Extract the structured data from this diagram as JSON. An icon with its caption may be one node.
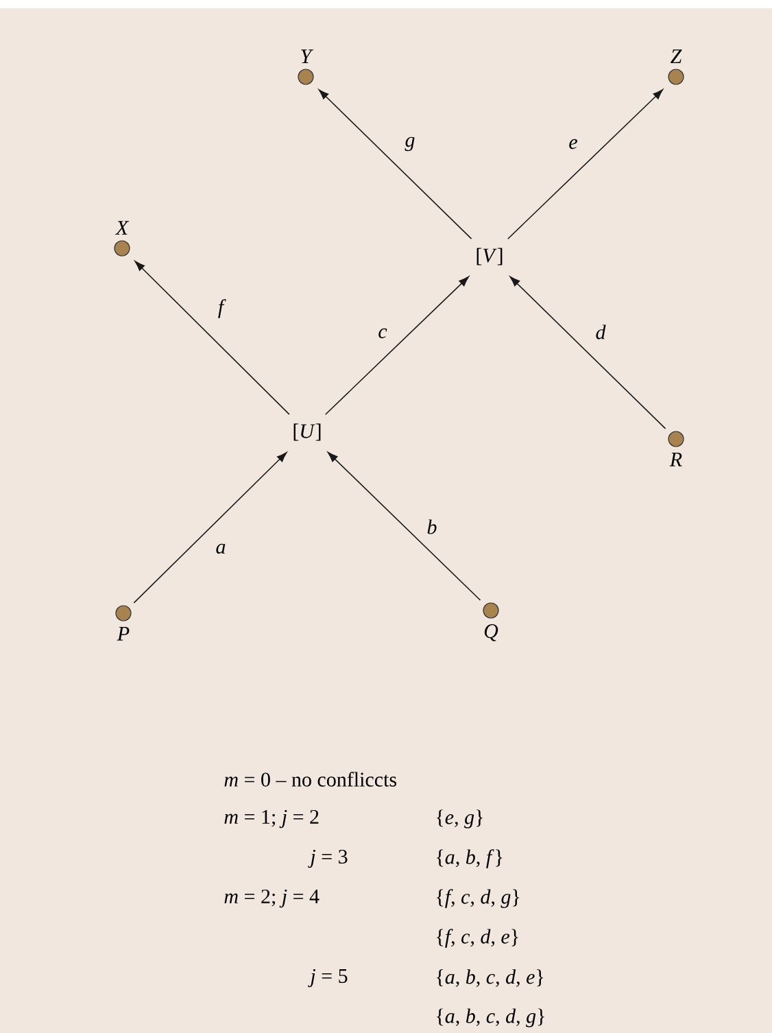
{
  "diagram": {
    "nodes": [
      {
        "text": [],
        "shape": "circle",
        "beside": [
          "Y"
        ]
      },
      {
        "text": [],
        "shape": "circle",
        "beside": [
          "Z"
        ]
      },
      {
        "text": [],
        "shape": "circle",
        "beside": [
          "X"
        ]
      },
      {
        "text": [
          "[*V*]"
        ]
      },
      {
        "text": [
          "[*U*]"
        ]
      },
      {
        "text": [],
        "shape": "circle",
        "beside": [
          "R"
        ]
      },
      {
        "text": [],
        "shape": "circle",
        "beside": [
          "P"
        ]
      },
      {
        "text": [],
        "shape": "circle",
        "beside": [
          "Q"
        ]
      }
    ],
    "edges": [
      {
        "from": 3,
        "to": 0,
        "arrow": "to",
        "label": "g"
      },
      {
        "from": 3,
        "to": 1,
        "arrow": "to",
        "label": "e"
      },
      {
        "from": 4,
        "to": 2,
        "arrow": "to",
        "label": "f"
      },
      {
        "from": 4,
        "to": 3,
        "arrow": "to",
        "label": "c"
      },
      {
        "from": 5,
        "to": 3,
        "arrow": "to",
        "label": "d"
      },
      {
        "from": 6,
        "to": 4,
        "arrow": "to",
        "label": "a"
      },
      {
        "from": 7,
        "to": 4,
        "arrow": "to",
        "label": "b"
      }
    ],
    "labels": [
      "*m* = 0  –  no confliccts",
      "*m* = 1; *j* = 2",
      "{*e*, *g*}",
      "*j* = 3",
      "{*a*, *b*, *f*}",
      "*m* = 2; *j* = 4",
      "{*f*, *c*, *d*, *g*}",
      "{*f*, *c*, *d*, *e*}",
      "*j* = 5",
      "{*a*, *b*, *c*, *d*, *e*}",
      "{*a*, *b*, *c*, *d*, *g*}"
    ]
  }
}
